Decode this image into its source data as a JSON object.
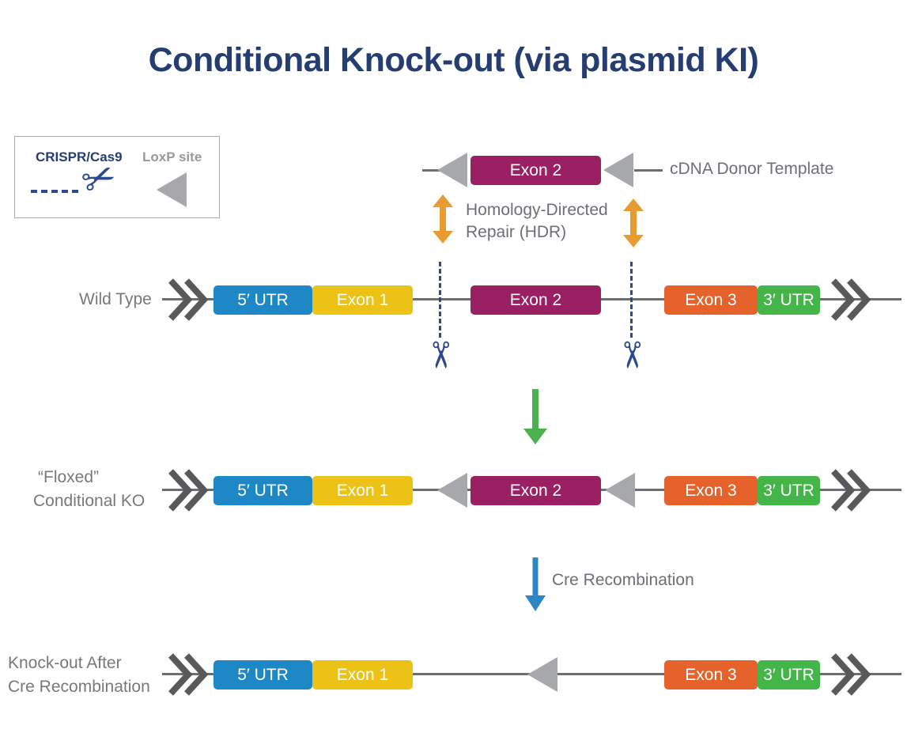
{
  "title": "Conditional Knock-out (via plasmid KI)",
  "palette": {
    "blue": "#1E87C5",
    "yellow": "#EBC215",
    "magenta": "#9B1F63",
    "orange": "#E5622A",
    "green": "#44B549",
    "line": "#6D6E71",
    "chevron": "#58595B",
    "triangle": "#A6A8AB",
    "navy": "#263D72",
    "navy_bright": "#2B4A8F",
    "label_gray": "#77787B",
    "annotation_gray": "#716C76",
    "loxp_gray": "#97999C",
    "legend_border": "#A7A9AC",
    "arrow_green": "#4CB04E",
    "arrow_blue": "#2D87C6",
    "arrow_orange": "#E89B30"
  },
  "icons": {
    "scissors": "✂"
  },
  "legend": {
    "crispr": "CRISPR/Cas9",
    "loxp": "LoxP site"
  },
  "donor_row": {
    "exon2": "Exon 2",
    "label": "cDNA Donor Template"
  },
  "hdr": {
    "line1": "Homology-Directed",
    "line2": "Repair (HDR)"
  },
  "wild_type": {
    "label": "Wild Type",
    "utr5": "5′ UTR",
    "exon1": "Exon 1",
    "exon2": "Exon 2",
    "exon3": "Exon 3",
    "utr3": "3′ UTR"
  },
  "floxed": {
    "label1": "“Floxed”",
    "label2": "Conditional KO",
    "utr5": "5′ UTR",
    "exon1": "Exon 1",
    "exon2": "Exon 2",
    "exon3": "Exon 3",
    "utr3": "3′ UTR"
  },
  "cre": {
    "label": "Cre Recombination"
  },
  "knockout": {
    "label1": "Knock-out After",
    "label2": "Cre Recombination",
    "utr5": "5′ UTR",
    "exon1": "Exon 1",
    "exon3": "Exon 3",
    "utr3": "3′ UTR"
  }
}
